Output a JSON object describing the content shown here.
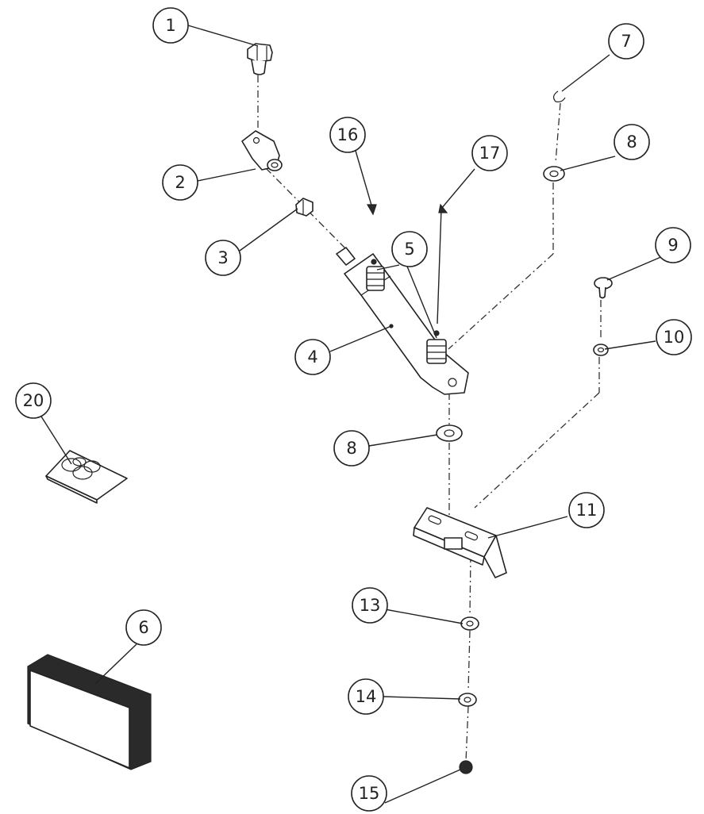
{
  "diagram": {
    "type": "exploded-parts-view",
    "callouts": [
      {
        "id": "b1",
        "label": "1"
      },
      {
        "id": "b2",
        "label": "2"
      },
      {
        "id": "b3",
        "label": "3"
      },
      {
        "id": "b4",
        "label": "4"
      },
      {
        "id": "b5",
        "label": "5"
      },
      {
        "id": "b6",
        "label": "6"
      },
      {
        "id": "b7",
        "label": "7"
      },
      {
        "id": "b8a",
        "label": "8"
      },
      {
        "id": "b8b",
        "label": "8"
      },
      {
        "id": "b9",
        "label": "9"
      },
      {
        "id": "b10",
        "label": "10"
      },
      {
        "id": "b11",
        "label": "11"
      },
      {
        "id": "b13",
        "label": "13"
      },
      {
        "id": "b14",
        "label": "14"
      },
      {
        "id": "b15",
        "label": "15"
      },
      {
        "id": "b16",
        "label": "16"
      },
      {
        "id": "b17",
        "label": "17"
      },
      {
        "id": "b20",
        "label": "20"
      }
    ],
    "colors": {
      "line": "#222222",
      "background": "#ffffff",
      "fill_dark": "#2a2a2a"
    }
  }
}
